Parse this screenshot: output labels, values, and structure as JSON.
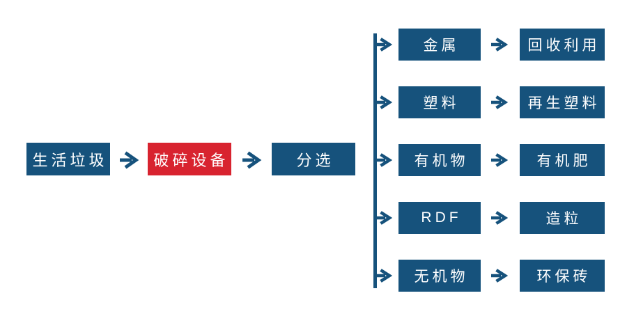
{
  "diagram": {
    "type": "flowchart",
    "topic": "household waste processing flow",
    "colors": {
      "primary_blue": "#16527C",
      "accent_red": "#D8232F",
      "label_text": "#FFFFFF",
      "background": "#FFFFFF"
    },
    "main_flow": {
      "input": "生活垃圾",
      "process": "破碎设备",
      "sorter": "分选"
    },
    "branches": [
      {
        "material": "金属",
        "product": "回收利用"
      },
      {
        "material": "塑料",
        "product": "再生塑料"
      },
      {
        "material": "有机物",
        "product": "有机肥"
      },
      {
        "material": "RDF",
        "product": "造粒"
      },
      {
        "material": "无机物",
        "product": "环保砖"
      }
    ]
  }
}
